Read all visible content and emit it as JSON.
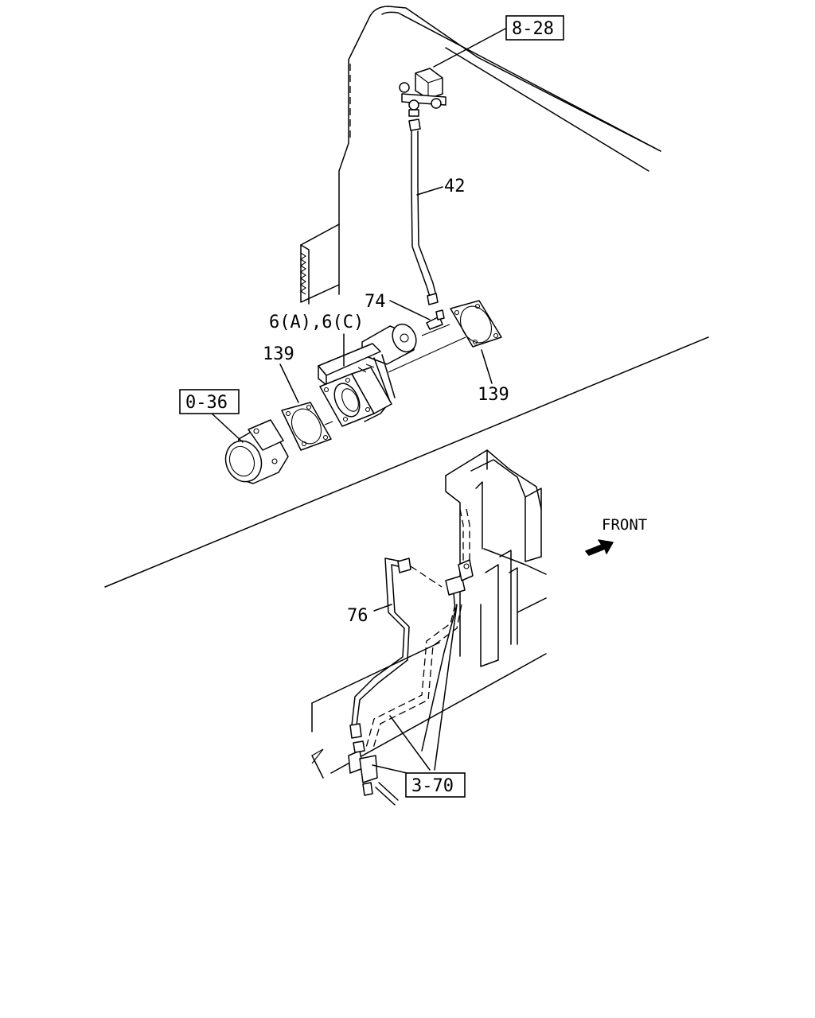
{
  "labels": {
    "ref_8_28": "8-28",
    "hose_42": "42",
    "fitting_74": "74",
    "valve_6": "6(A),6(C)",
    "gasket_139_left": "139",
    "gasket_139_right": "139",
    "ref_0_36": "0-36",
    "pipe_76": "76",
    "ref_3_70": "3-70",
    "front": "FRONT"
  },
  "icons": {
    "front_arrow": "front-arrow-icon"
  }
}
